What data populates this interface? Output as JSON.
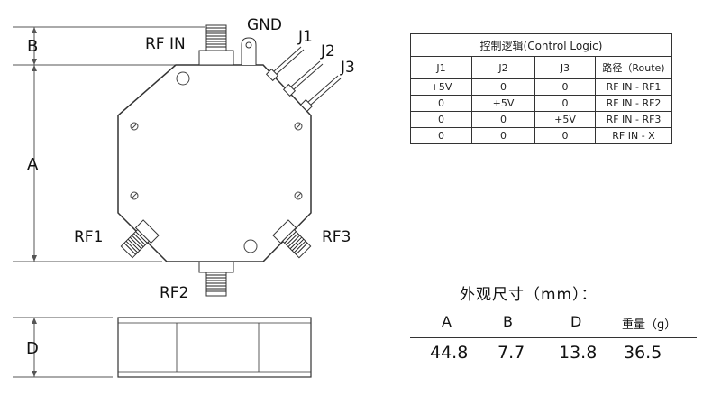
{
  "labels": {
    "rf_in": "RF IN",
    "gnd": "GND",
    "j1": "J1",
    "j2": "J2",
    "j3": "J3",
    "rf1": "RF1",
    "rf2": "RF2",
    "rf3": "RF3"
  },
  "dimension_markers": {
    "a": "A",
    "b": "B",
    "d": "D"
  },
  "control_logic": {
    "title": "控制逻辑(Control Logic)",
    "headers": [
      "J1",
      "J2",
      "J3",
      "路径（Route)"
    ],
    "rows": [
      [
        "+5V",
        "0",
        "0",
        "RF IN - RF1"
      ],
      [
        "0",
        "+5V",
        "0",
        "RF IN - RF2"
      ],
      [
        "0",
        "0",
        "+5V",
        "RF IN - RF3"
      ],
      [
        "0",
        "0",
        "0",
        "RF IN - X"
      ]
    ]
  },
  "dimensions": {
    "title": "外观尺寸（mm）：",
    "headers": [
      "A",
      "B",
      "D",
      "重量（g）"
    ],
    "values": [
      "44.8",
      "7.7",
      "13.8",
      "36.5"
    ]
  }
}
